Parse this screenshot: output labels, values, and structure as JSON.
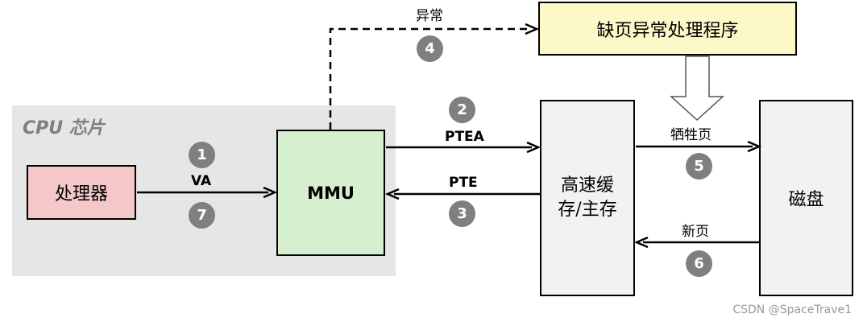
{
  "diagram": {
    "cpu_region_label": "CPU 芯片",
    "nodes": {
      "processor": "处理器",
      "mmu": "MMU",
      "page_fault_handler": "缺页异常处理程序",
      "cache_memory": "高速缓\n存/主存",
      "disk": "磁盘"
    },
    "edges": {
      "va": {
        "label": "VA",
        "steps": [
          "1",
          "7"
        ]
      },
      "ptea": {
        "label": "PTEA",
        "step": "2"
      },
      "pte": {
        "label": "PTE",
        "step": "3"
      },
      "exception": {
        "label": "异常",
        "step": "4"
      },
      "victim_page": {
        "label": "牺牲页",
        "step": "5"
      },
      "new_page": {
        "label": "新页",
        "step": "6"
      }
    },
    "colors": {
      "processor_fill": "#f4c7c9",
      "mmu_fill": "#d5efcf",
      "handler_fill": "#fcf8c7",
      "memory_fill": "#f2f2f2",
      "cpu_region_fill": "#e6e6e6",
      "badge_fill": "#7f7f7f"
    }
  },
  "watermark": "CSDN @SpaceTrave1"
}
